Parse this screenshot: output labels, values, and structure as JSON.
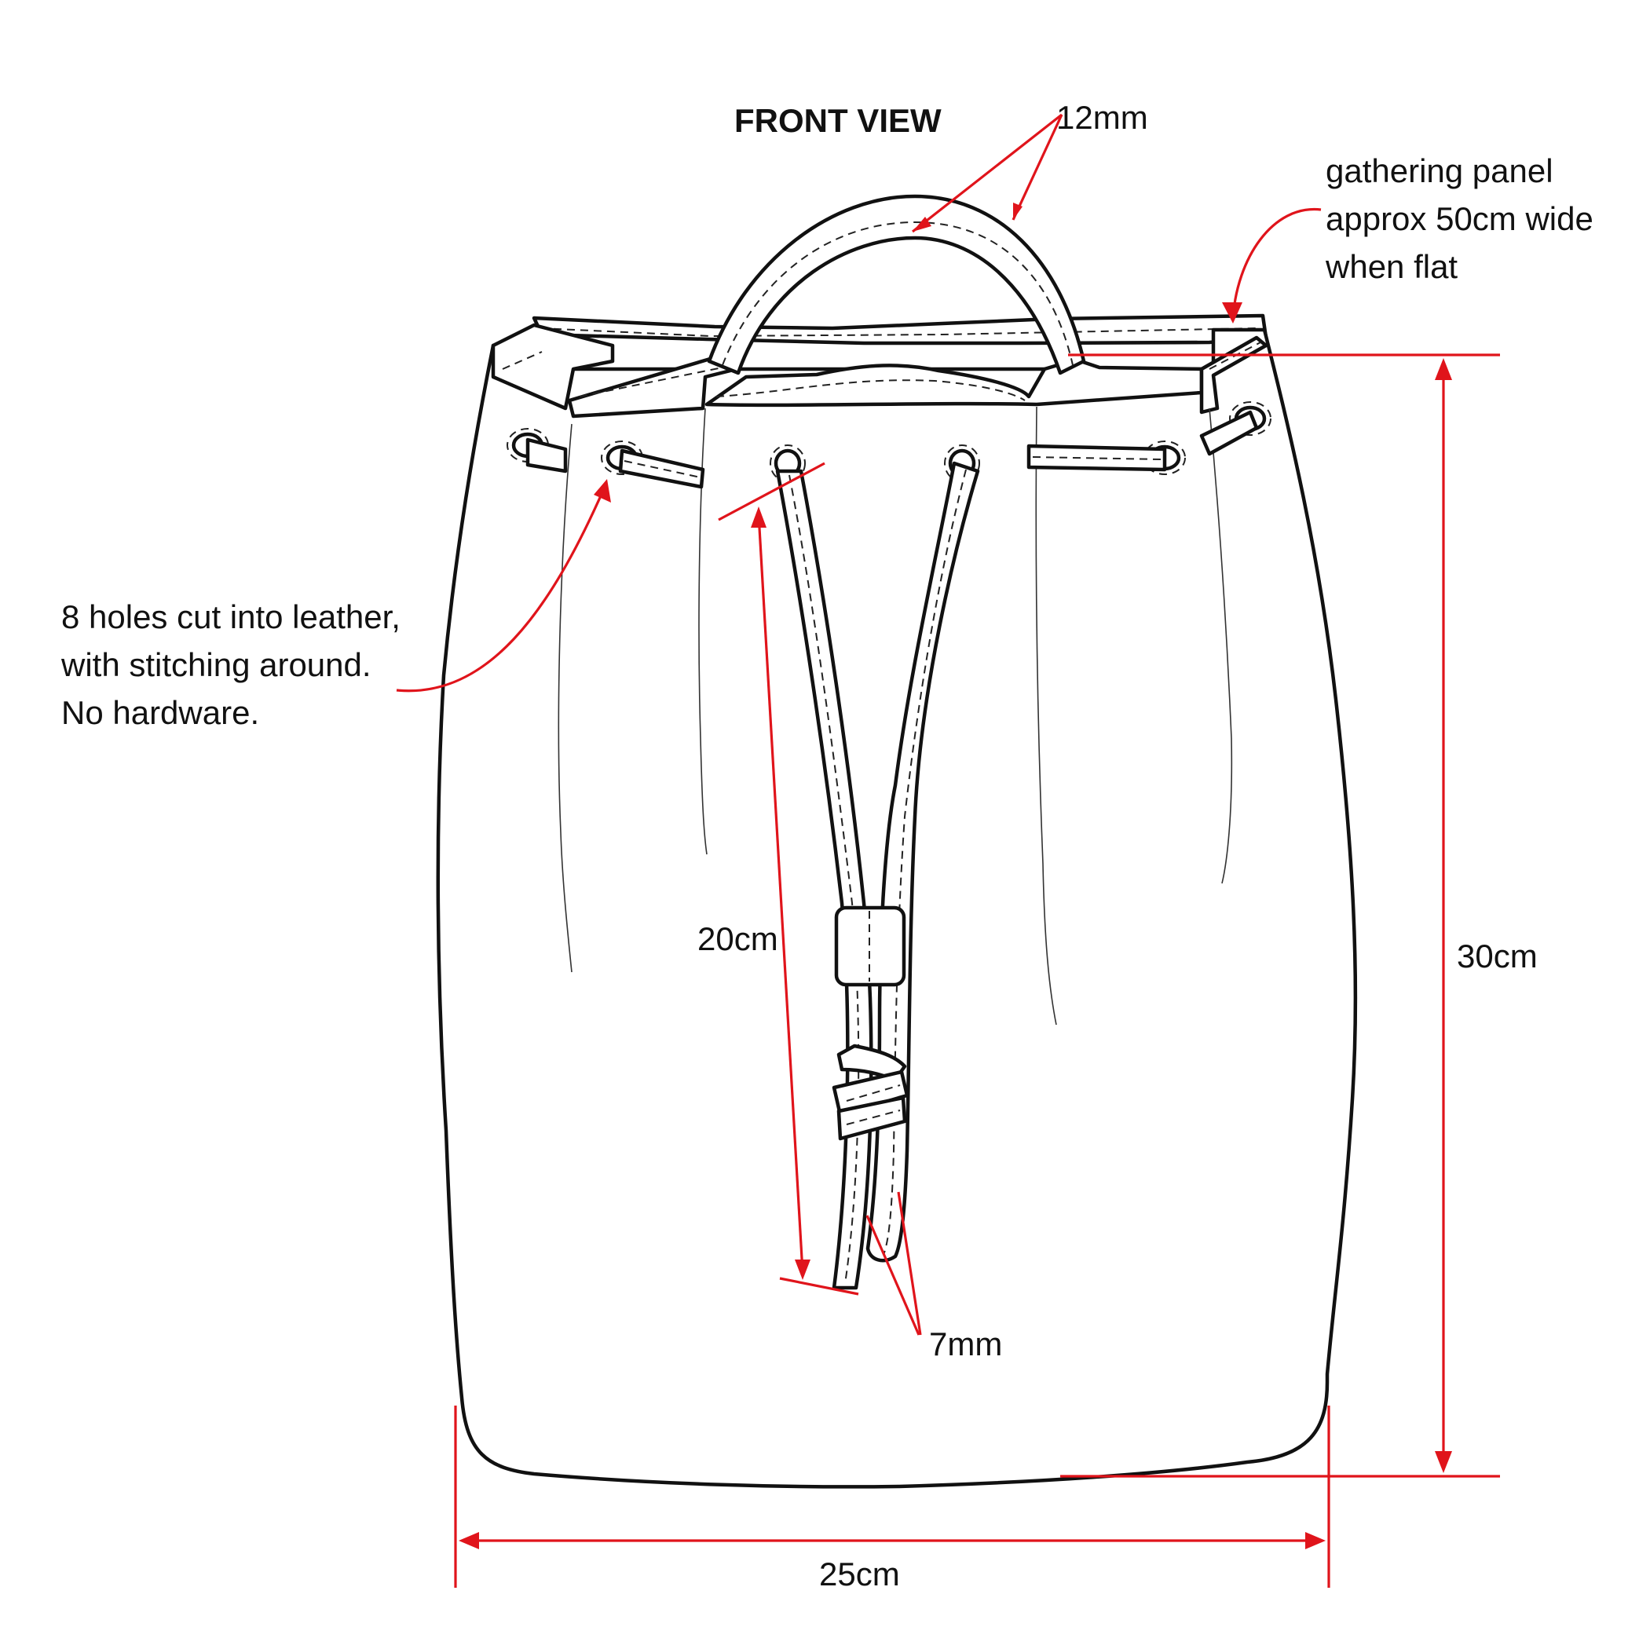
{
  "title": "FRONT VIEW",
  "colors": {
    "dimension": "#e0141b",
    "outline": "#111111",
    "background": "#ffffff"
  },
  "annotations": {
    "handle_width": "12mm",
    "gathering_panel": [
      "gathering panel",
      "approx 50cm wide",
      "when flat"
    ],
    "holes_note": [
      "8 holes cut into leather,",
      "with stitching around.",
      "No hardware."
    ],
    "cord_length": "20cm",
    "height": "30cm",
    "width": "25cm",
    "cord_width": "7mm"
  }
}
